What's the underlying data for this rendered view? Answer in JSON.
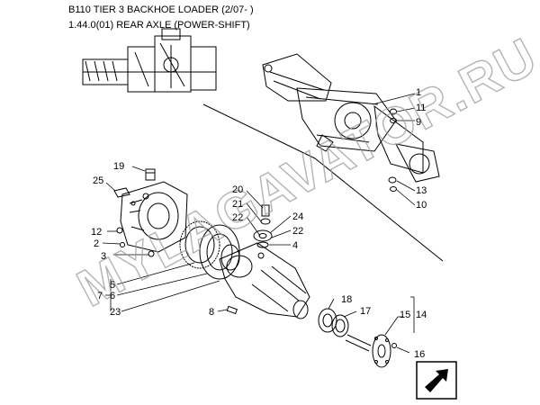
{
  "header": {
    "title_line1": "B110 TIER 3 BACKHOE LOADER (2/07- )",
    "title_line2": "1.44.0(01) REAR AXLE (POWER-SHIFT)"
  },
  "watermark": {
    "text": "MYLAGAVATOR.RU"
  },
  "callouts": {
    "c1": "1",
    "c11": "11",
    "c9": "9",
    "c13": "13",
    "c10": "10",
    "c19": "19",
    "c25": "25",
    "c12": "12",
    "c2": "2",
    "c3": "3",
    "c20": "20",
    "c21": "21",
    "c22a": "22",
    "c24": "24",
    "c22b": "22",
    "c4": "4",
    "c5": "5",
    "c7": "7",
    "c6": "6",
    "c23": "23",
    "c8": "8",
    "c18": "18",
    "c17": "17",
    "c15": "15",
    "c14": "14",
    "c16": "16"
  },
  "colors": {
    "line": "#000000",
    "watermark": "#9a9a9a",
    "nav_bg": "#ffffff"
  },
  "icons": {
    "nav": "next-page-arrow-icon"
  }
}
